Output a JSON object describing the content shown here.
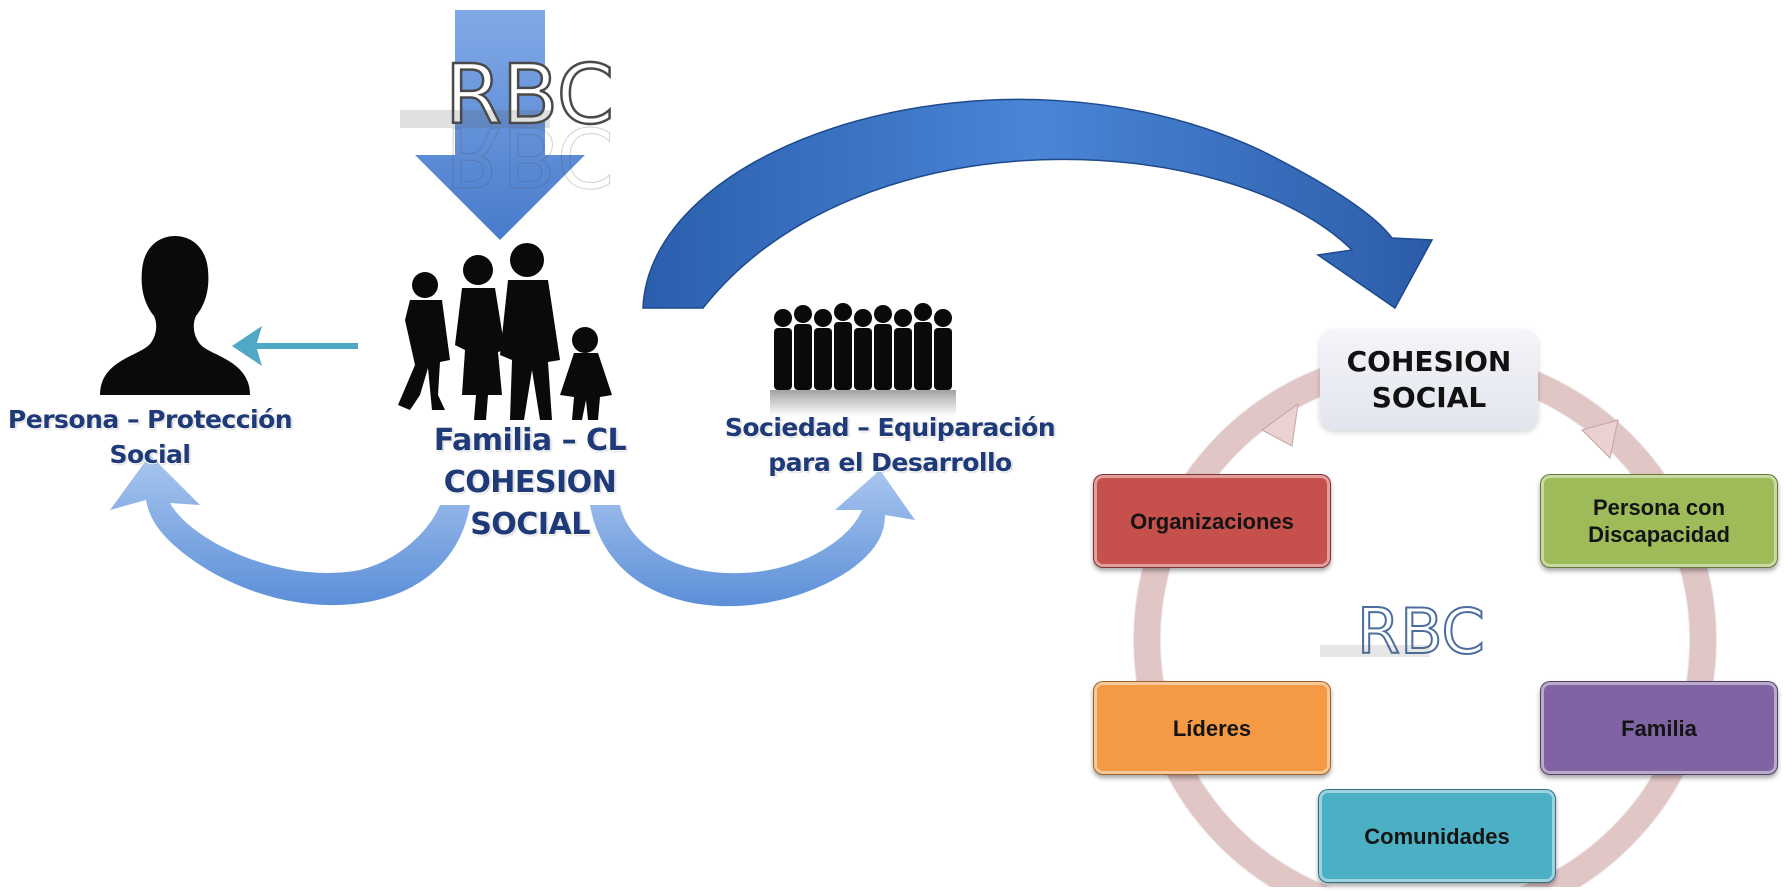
{
  "left_diagram": {
    "badge": "RBC",
    "persona": {
      "line1": "Persona – Protección",
      "line2": "Social"
    },
    "familia": {
      "line1": "Familia – CL",
      "line2": "COHESION SOCIAL"
    },
    "sociedad": {
      "line1": "Sociedad – Equiparación",
      "line2": "para el Desarrollo"
    }
  },
  "cycle": {
    "center": {
      "line1": "COHESION",
      "line2": "SOCIAL"
    },
    "badge": "RBC",
    "nodes": {
      "organizaciones": {
        "line1": "Organizaciones",
        "color": "#c6504c"
      },
      "persona_discapacidad": {
        "line1": "Persona con",
        "line2": "Discapacidad",
        "color": "#9dbb59"
      },
      "lideres": {
        "line1": "Líderes",
        "color": "#f59a44"
      },
      "familia": {
        "line1": "Familia",
        "color": "#8063a2"
      },
      "comunidades": {
        "line1": "Comunidades",
        "color": "#4cb0c5"
      }
    }
  },
  "colors": {
    "arrow_blue": "#3a6fc3",
    "label_blue": "#1f3a78",
    "cycle_ring": "#ead2d2",
    "small_arrow": "#4fa8c4"
  }
}
